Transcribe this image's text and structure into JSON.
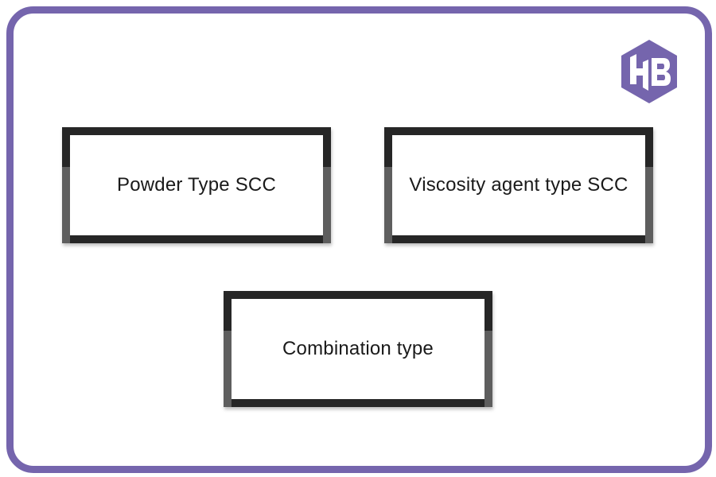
{
  "diagram": {
    "boxes": [
      {
        "label": "Powder Type SCC"
      },
      {
        "label": "Viscosity agent type SCC"
      },
      {
        "label": "Combination type"
      }
    ]
  },
  "logo": {
    "icon": "hb-hexagon-logo",
    "text": "HB"
  },
  "colors": {
    "frame": "#7565ad",
    "box_border_dark": "#262626",
    "box_border_light": "#5e5e5e",
    "text": "#1a1a1a"
  }
}
